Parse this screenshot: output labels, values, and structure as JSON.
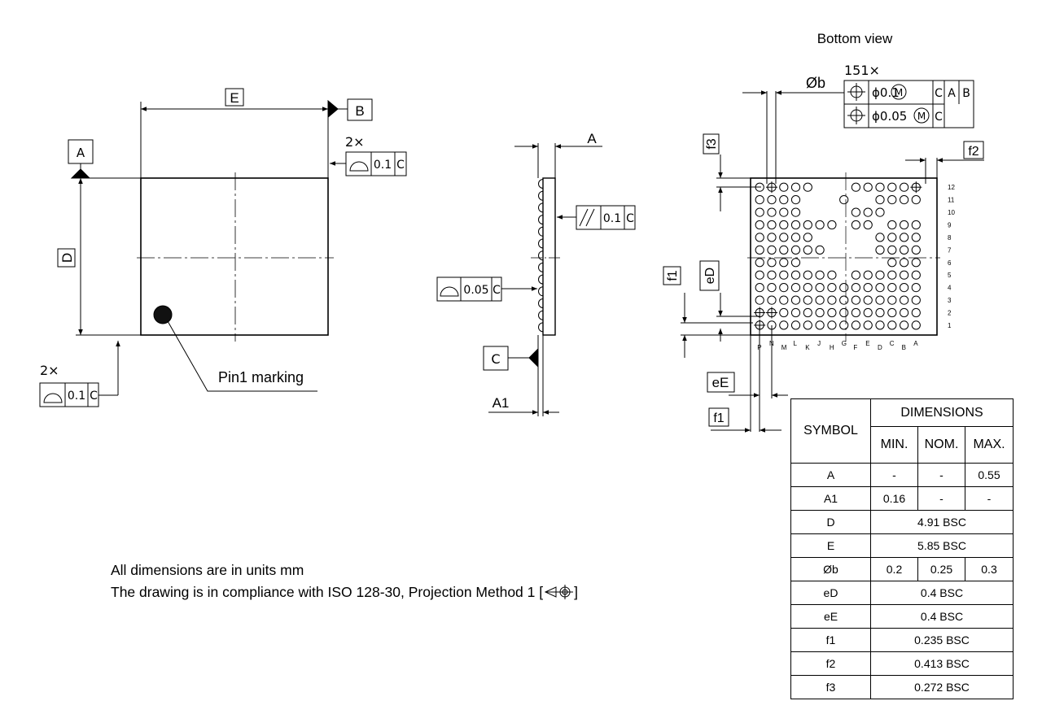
{
  "top_view": {
    "label_E": "E",
    "label_B": "B",
    "label_A": "A",
    "label_D": "D",
    "mult_top": "2×",
    "fcf_top": {
      "value": "0.1",
      "datum": "C"
    },
    "mult_bottom": "2×",
    "fcf_bottom": {
      "value": "0.1",
      "datum": "C"
    },
    "pin1_label": "Pin1 marking"
  },
  "side_view": {
    "label_A": "A",
    "label_A1": "A1",
    "label_C": "C",
    "parallel_fcf": {
      "value": "0.1",
      "datum": "C"
    },
    "flatness_fcf": {
      "value": "0.05",
      "datum": "C"
    }
  },
  "bottom_view": {
    "title": "Bottom view",
    "label_phi_b": "Øb",
    "ball_count": "151×",
    "fcf_row1": {
      "tol": "ϕ0.1",
      "mod": "M",
      "d1": "C",
      "d2": "A",
      "d3": "B"
    },
    "fcf_row2": {
      "tol": "ϕ0.05",
      "mod": "M",
      "d1": "C"
    },
    "label_f3": "f3",
    "label_f2": "f2",
    "label_f1_left": "f1",
    "label_eD": "eD",
    "label_eE": "eE",
    "label_f1_bottom": "f1",
    "row_labels": [
      "12",
      "11",
      "10",
      "9",
      "8",
      "7",
      "6",
      "5",
      "4",
      "3",
      "2",
      "1"
    ],
    "col_labels": [
      "P",
      "N",
      "M",
      "L",
      "K",
      "J",
      "H",
      "G",
      "F",
      "E",
      "D",
      "C",
      "B",
      "A"
    ]
  },
  "notes": {
    "line1": "All dimensions are in units mm",
    "line2": "The drawing is in compliance with ISO 128-30, Projection Method 1 [",
    "line2_end": "]"
  },
  "table": {
    "symbol_header": "SYMBOL",
    "dimensions_header": "DIMENSIONS",
    "min_header": "MIN.",
    "nom_header": "NOM.",
    "max_header": "MAX.",
    "rows": [
      {
        "symbol": "A",
        "min": "-",
        "nom": "-",
        "max": "0.55"
      },
      {
        "symbol": "A1",
        "min": "0.16",
        "nom": "-",
        "max": "-"
      },
      {
        "symbol": "D",
        "span": "4.91 BSC"
      },
      {
        "symbol": "E",
        "span": "5.85 BSC"
      },
      {
        "symbol": "Øb",
        "min": "0.2",
        "nom": "0.25",
        "max": "0.3"
      },
      {
        "symbol": "eD",
        "span": "0.4 BSC"
      },
      {
        "symbol": "eE",
        "span": "0.4 BSC"
      },
      {
        "symbol": "f1",
        "span": "0.235 BSC"
      },
      {
        "symbol": "f2",
        "span": "0.413 BSC"
      },
      {
        "symbol": "f3",
        "span": "0.272 BSC"
      }
    ]
  }
}
